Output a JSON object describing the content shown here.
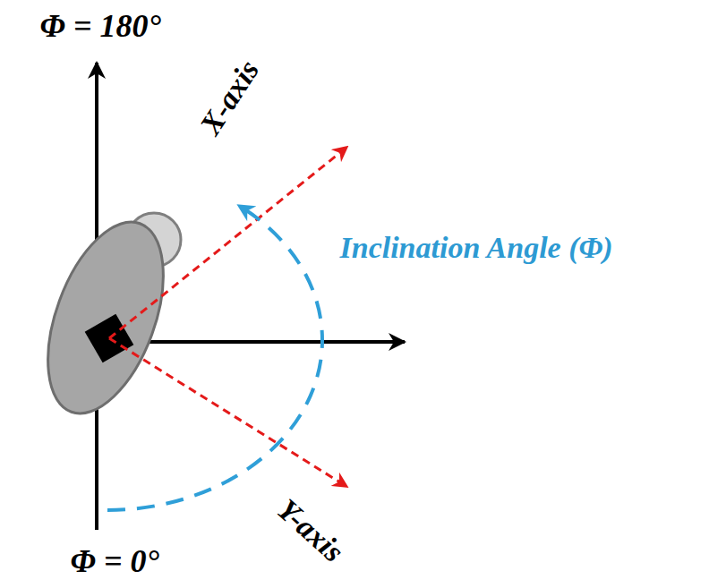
{
  "diagram": {
    "labels": [
      "Φ = 180°",
      "X-axis",
      "Inclination Angle (Φ)",
      "Y-axis",
      "Φ = 0°"
    ]
  }
}
